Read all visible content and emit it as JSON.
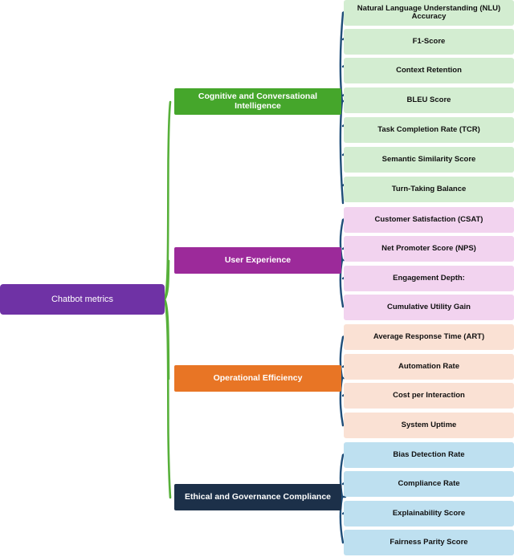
{
  "diagram": {
    "type": "mind-map",
    "title": "Chatbot metrics",
    "root": {
      "label": "Chatbot metrics",
      "color": "#6F32A5",
      "text_color": "#FFFFFF"
    },
    "trunk_color": "#57B03A",
    "connector_color": "#1F4E79",
    "branches": [
      {
        "label": "Cognitive and Conversational Intelligence",
        "color": "#45A62B",
        "leaf_color": "#D3EDD1",
        "leaves": [
          {
            "label": "Natural Language Understanding (NLU) Accuracy"
          },
          {
            "label": "F1-Score"
          },
          {
            "label": "Context Retention"
          },
          {
            "label": "BLEU Score"
          },
          {
            "label": "Task Completion Rate (TCR)"
          },
          {
            "label": "Semantic Similarity Score"
          },
          {
            "label": "Turn-Taking Balance"
          }
        ]
      },
      {
        "label": "User Experience",
        "color": "#9C2A9A",
        "leaf_color": "#F2D3EF",
        "leaves": [
          {
            "label": "Customer Satisfaction (CSAT)"
          },
          {
            "label": "Net Promoter Score (NPS)"
          },
          {
            "label": "Engagement Depth:"
          },
          {
            "label": "Cumulative Utility Gain"
          }
        ]
      },
      {
        "label": "Operational Efficiency",
        "color": "#E87525",
        "leaf_color": "#FAE1D4",
        "leaves": [
          {
            "label": "Average Response Time (ART)"
          },
          {
            "label": "Automation Rate"
          },
          {
            "label": "Cost per Interaction"
          },
          {
            "label": "System Uptime"
          }
        ]
      },
      {
        "label": "Ethical and Governance Compliance",
        "color": "#1C3049",
        "leaf_color": "#BEE0F0",
        "leaves": [
          {
            "label": "Bias Detection Rate"
          },
          {
            "label": "Compliance Rate"
          },
          {
            "label": "Explainability Score"
          },
          {
            "label": "Fairness Parity Score"
          }
        ]
      }
    ]
  }
}
